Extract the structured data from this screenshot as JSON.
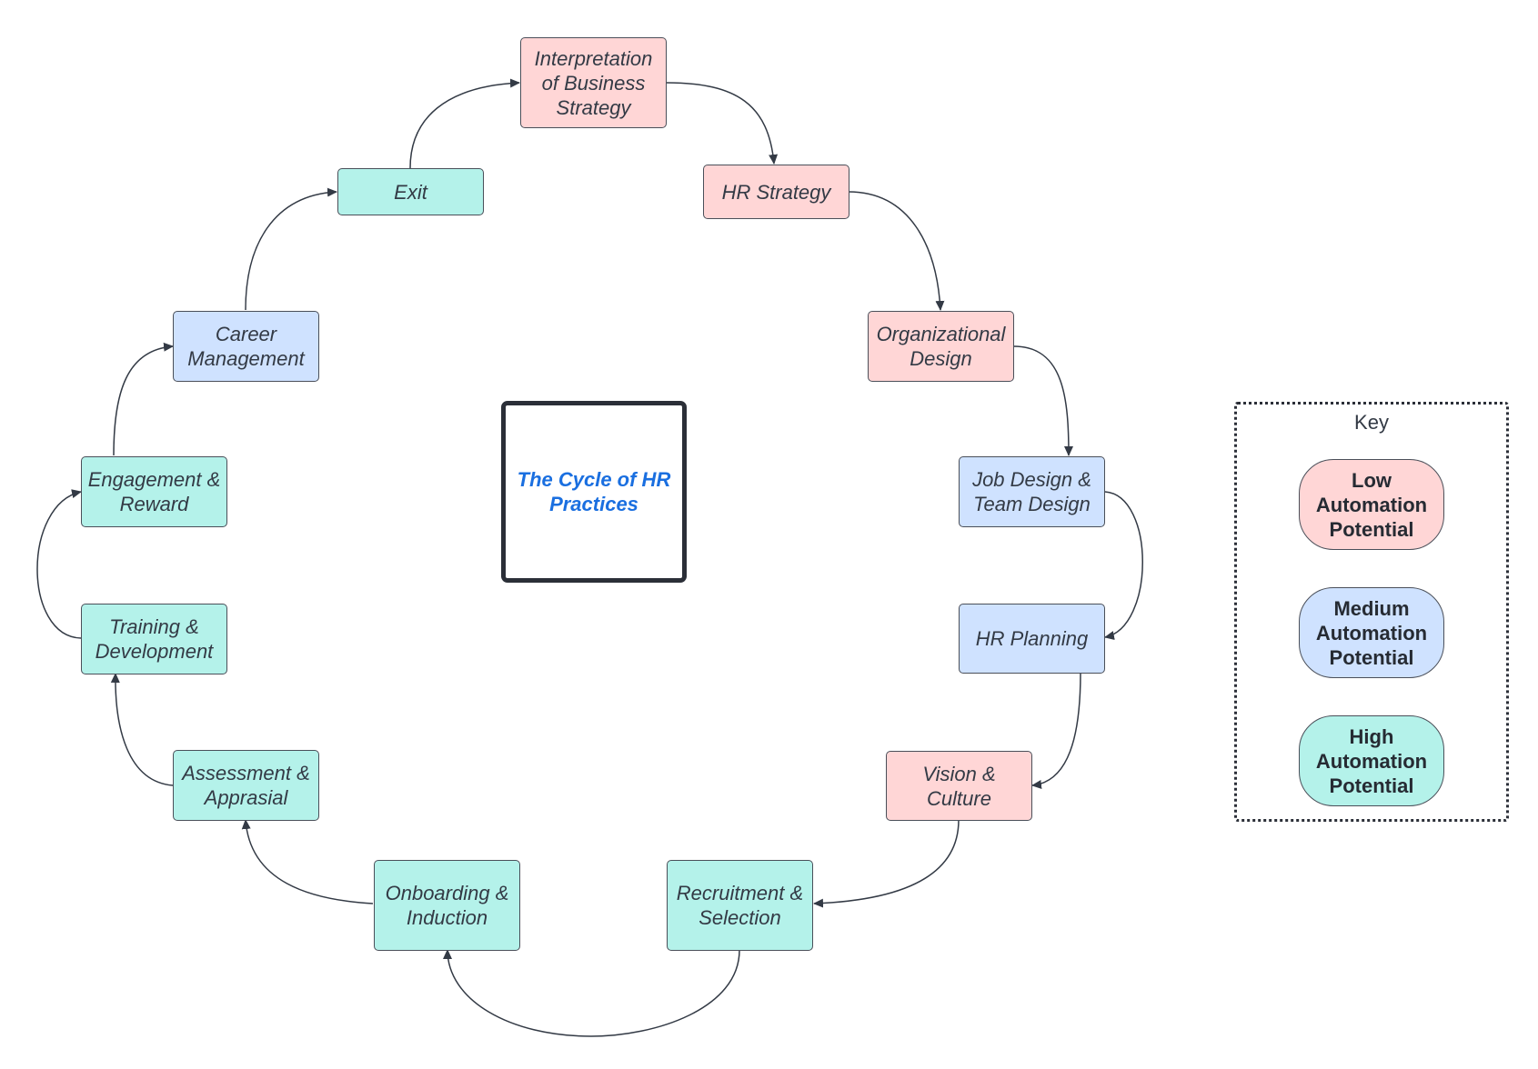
{
  "colors": {
    "low": "#ffd6d6",
    "medium": "#cfe2ff",
    "high": "#b4f2ea",
    "title": "#1a6fe0"
  },
  "center": {
    "title": "The Cycle of HR Practices"
  },
  "nodes": [
    {
      "id": "interpretation",
      "label": "Interpretation of Business Strategy",
      "level": "low"
    },
    {
      "id": "hr-strategy",
      "label": "HR Strategy",
      "level": "low"
    },
    {
      "id": "org-design",
      "label": "Organizational Design",
      "level": "low"
    },
    {
      "id": "job-design",
      "label": "Job Design & Team Design",
      "level": "medium"
    },
    {
      "id": "hr-planning",
      "label": "HR Planning",
      "level": "medium"
    },
    {
      "id": "vision",
      "label": "Vision & Culture",
      "level": "low"
    },
    {
      "id": "recruitment",
      "label": "Recruitment & Selection",
      "level": "high"
    },
    {
      "id": "onboarding",
      "label": "Onboarding & Induction",
      "level": "high"
    },
    {
      "id": "assessment",
      "label": "Assessment & Apprasial",
      "level": "high"
    },
    {
      "id": "training",
      "label": "Training & Development",
      "level": "high"
    },
    {
      "id": "engagement",
      "label": "Engagement & Reward",
      "level": "high"
    },
    {
      "id": "career",
      "label": "Career Management",
      "level": "medium"
    },
    {
      "id": "exit",
      "label": "Exit",
      "level": "high"
    }
  ],
  "key": {
    "title": "Key",
    "items": [
      {
        "level": "low",
        "label": "Low Automation Potential"
      },
      {
        "level": "medium",
        "label": "Medium Automation Potential"
      },
      {
        "level": "high",
        "label": "High Automation Potential"
      }
    ]
  }
}
